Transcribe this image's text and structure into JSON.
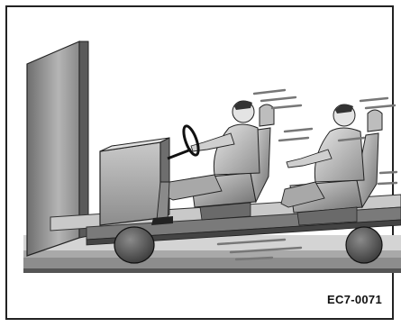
{
  "figure": {
    "code": "EC7-0071"
  },
  "palette": {
    "frame": "#222222",
    "light_gray": "#cfcfcf",
    "mid_gray": "#9a9a9a",
    "dark_gray": "#4a4a4a",
    "black": "#111111"
  },
  "icons": {
    "wall": "crash-barrier-wall",
    "sled": "crash-test-sled",
    "driver": "driver-occupant",
    "passenger": "rear-passenger-occupant",
    "steering": "steering-wheel",
    "motion": "speed-lines"
  }
}
